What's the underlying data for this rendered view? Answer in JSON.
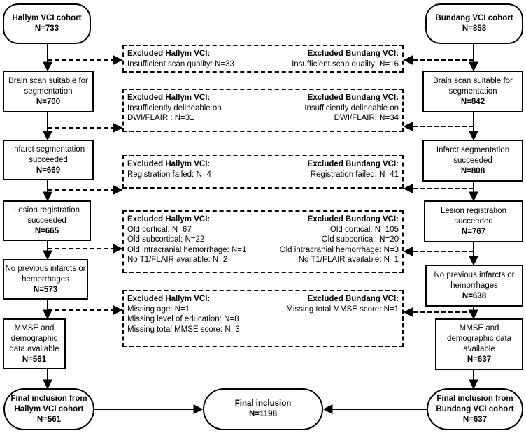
{
  "hallym_steps": [
    {
      "label": "Hallym VCI cohort",
      "n": "N=733"
    },
    {
      "label": "Brain scan suitable for segmentation",
      "n": "N=700"
    },
    {
      "label": "Infarct segmentation succeeded",
      "n": "N=669"
    },
    {
      "label": "Lesion registration succeeded",
      "n": "N=665"
    },
    {
      "label": "No previous infarcts or hemorrhages",
      "n": "N=573"
    },
    {
      "label": "MMSE and demographic data available",
      "n": "N=561"
    },
    {
      "label": "Final inclusion from Hallym VCI cohort",
      "n": "N=561"
    }
  ],
  "bundang_steps": [
    {
      "label": "Bundang VCI cohort",
      "n": "N=858"
    },
    {
      "label": "Brain scan suitable for segmentation",
      "n": "N=842"
    },
    {
      "label": "Infarct segmentation succeeded",
      "n": "N=808"
    },
    {
      "label": "Lesion registration succeeded",
      "n": "N=767"
    },
    {
      "label": "No previous infarcts or hemorrhages",
      "n": "N=638"
    },
    {
      "label": "MMSE and demographic data available",
      "n": "N=637"
    },
    {
      "label": "Final inclusion from Bundang VCI cohort",
      "n": "N=637"
    }
  ],
  "final": {
    "label": "Final inclusion",
    "n": "N=1198"
  },
  "exclusions": [
    {
      "hallym_title": "Excluded Hallym VCI:",
      "hallym_lines": [
        "Insufficient scan quality: N=33"
      ],
      "bundang_title": "Excluded Bundang VCI:",
      "bundang_lines": [
        "Insufficient scan quality: N=16"
      ]
    },
    {
      "hallym_title": "Excluded Hallym VCI:",
      "hallym_lines": [
        "Insufficiently delineable on",
        "DWI/FLAIR : N=31"
      ],
      "bundang_title": "Excluded Bundang VCI:",
      "bundang_lines": [
        "Insufficiently delineable on",
        "DWI/FLAIR: N=34"
      ]
    },
    {
      "hallym_title": "Excluded Hallym VCI:",
      "hallym_lines": [
        "Registration failed: N=4"
      ],
      "bundang_title": "Excluded Bundang VCI:",
      "bundang_lines": [
        "Registration failed: N=41"
      ]
    },
    {
      "hallym_title": "Excluded Hallym VCI:",
      "hallym_lines": [
        "Old cortical: N=67",
        "Old subcortical: N=22",
        "Old intracranial hemorrhage: N=1",
        "No T1/FLAIR available: N=2"
      ],
      "bundang_title": "Excluded Bundang VCI:",
      "bundang_lines": [
        "Old cortical: N=105",
        "Old subcortical: N=20",
        "Old intracranial hemorrhage: N=3",
        "No T1/FLAIR available: N=1"
      ]
    },
    {
      "hallym_title": "Excluded Hallym VCI:",
      "hallym_lines": [
        "Missing age: N=1",
        "Missing level of education: N=8",
        "Missing total MMSE score: N=3"
      ],
      "bundang_title": "Excluded Bundang VCI:",
      "bundang_lines": [
        "Missing total MMSE score: N=1"
      ]
    }
  ]
}
